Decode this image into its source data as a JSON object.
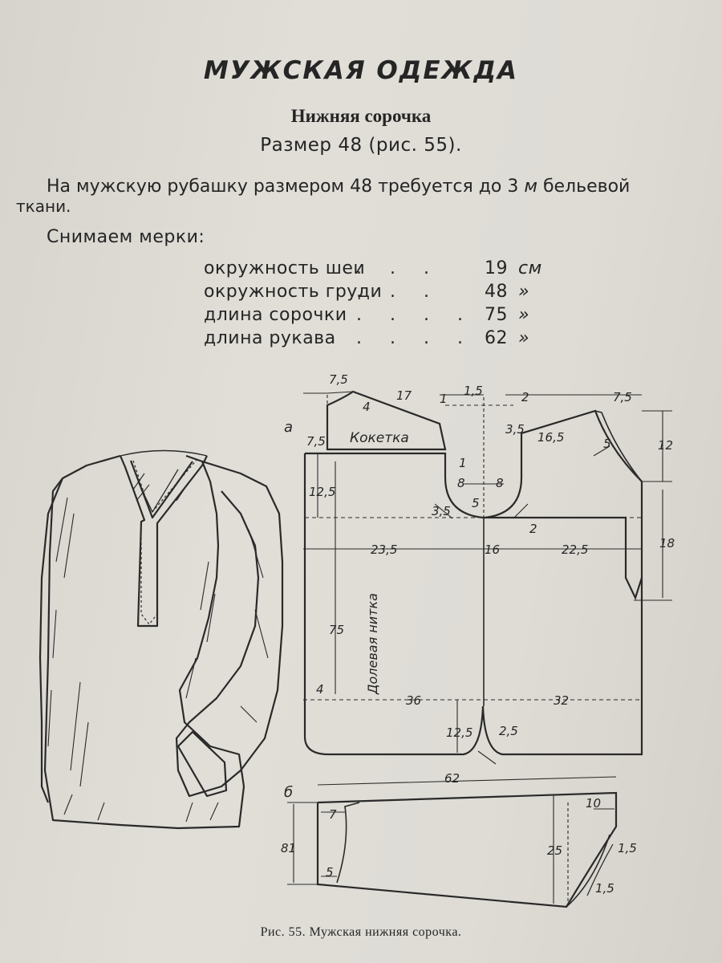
{
  "heading": "МУЖСКАЯ ОДЕЖДА",
  "subheading": "Нижняя сорочка",
  "size_line": "Размер 48 (рис. 55).",
  "intro": {
    "line1_pre": "На мужскую рубашку размером 48 требуется до 3 ",
    "line1_unit": "м",
    "line1_post": " бельевой",
    "line2": "ткани."
  },
  "measure_title": "Снимаем мерки:",
  "measurements": [
    {
      "label": "окружность шеи",
      "dots": ". . .",
      "value": "19",
      "unit": "см"
    },
    {
      "label": "окружность груди",
      "dots": ". . .",
      "value": "48",
      "unit": "»"
    },
    {
      "label": "длина сорочки",
      "dots": ". . . .",
      "value": "75",
      "unit": "»"
    },
    {
      "label": "длина рукава",
      "dots": ". . . .",
      "value": "62",
      "unit": "»"
    }
  ],
  "pattern": {
    "part_a": "а",
    "part_b": "б",
    "yoke_label": "Кокетка",
    "grain_label": "Долевая нитка",
    "dims": {
      "d7_5a": "7,5",
      "d4": "4",
      "d17": "17",
      "d1": "1",
      "d1_5a": "1,5",
      "d2": "2",
      "d3_5a": "3,5",
      "d7_5b": "7,5",
      "d7_5c": "7,5",
      "d16_5": "16,5",
      "d5a": "5",
      "d12": "12",
      "d1b": "1",
      "d12_5a": "12,5",
      "d8a": "8",
      "d8b": "8",
      "d3_5b": "3,5",
      "d5b": "5",
      "d2b": "2",
      "d18": "18",
      "d23_5": "23,5",
      "d16": "16",
      "d22_5": "22,5",
      "d75": "75",
      "d4b": "4",
      "d36": "36",
      "d32": "32",
      "d12_5b": "12,5",
      "d2_5": "2,5",
      "d62": "62",
      "d7": "7",
      "d81": "81",
      "d5c": "5",
      "d25": "25",
      "d10": "10",
      "d1_5b": "1,5",
      "d1_5c": "1,5"
    }
  },
  "caption": "Рис. 55. Мужская нижняя сорочка."
}
